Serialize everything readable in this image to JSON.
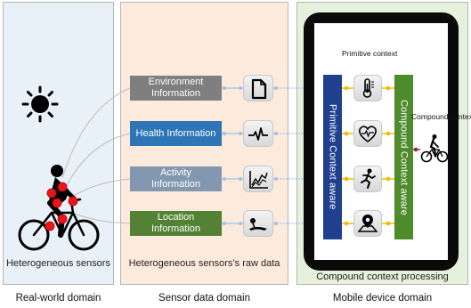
{
  "domains": {
    "real_world": "Real-world domain",
    "sensor_data": "Sensor data domain",
    "mobile_device": "Mobile device domain"
  },
  "panel_captions": {
    "real_world": "Heterogeneous sensors",
    "sensor_data": "Heterogeneous sensors’s raw data",
    "mobile_device": "Compound context processing"
  },
  "info_boxes": [
    {
      "line1": "Environment",
      "line2": "Information",
      "color": "#7f7f7f",
      "icon": "document-icon"
    },
    {
      "line1": "Health Information",
      "line2": "",
      "color": "#2e75b6",
      "icon": "heartbeat-icon"
    },
    {
      "line1": "Activity",
      "line2": "Information",
      "color": "#8497b0",
      "icon": "line-chart-icon"
    },
    {
      "line1": "Location",
      "line2": "Information",
      "color": "#548235",
      "icon": "map-pin-icon"
    }
  ],
  "phone": {
    "primitive_bar": "Primitive Context aware",
    "compound_bar": "Compound Context aware",
    "primitive_context_label": "Primitive context",
    "compound_context_label": "Compound context",
    "primitive_icons": [
      "thermometer-icon",
      "heart-icon",
      "running-person-icon",
      "map-location-icon"
    ]
  },
  "colors": {
    "primitive_bar": "#1f3f8f",
    "compound_bar": "#4e8b2c",
    "sensor_dot": "#e8161b",
    "connector_dot": "#f5b800",
    "connector_line": "#9dc3e6"
  }
}
